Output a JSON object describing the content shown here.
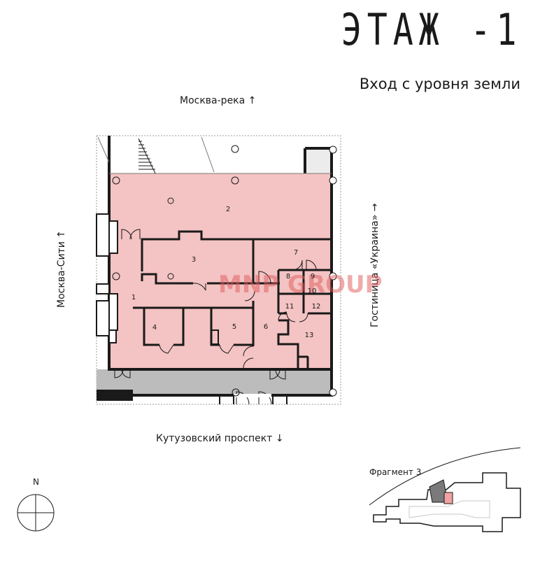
{
  "floor": {
    "title": "ЭТАЖ -1",
    "subtitle": "Вход с уровня земли"
  },
  "directions": {
    "north": "Москва-река ↑",
    "south": "Кутузовский проспект ↓",
    "west": "Москва-Сити ↑",
    "east": "Гостиница «Украина» →"
  },
  "rooms": [
    {
      "number": "1"
    },
    {
      "number": "2"
    },
    {
      "number": "3"
    },
    {
      "number": "4"
    },
    {
      "number": "5"
    },
    {
      "number": "6"
    },
    {
      "number": "7"
    },
    {
      "number": "8"
    },
    {
      "number": "9"
    },
    {
      "number": "10"
    },
    {
      "number": "11"
    },
    {
      "number": "12"
    },
    {
      "number": "13"
    }
  ],
  "compass": {
    "label": "N"
  },
  "fragment": {
    "label": "Фрагмент 3"
  },
  "watermark": "MNP GROUP",
  "colors": {
    "room_fill": "#f4c3c3",
    "corridor_fill": "#bcbcbc",
    "wall": "#1a1a1a",
    "highlight": "#f2a2a2"
  }
}
